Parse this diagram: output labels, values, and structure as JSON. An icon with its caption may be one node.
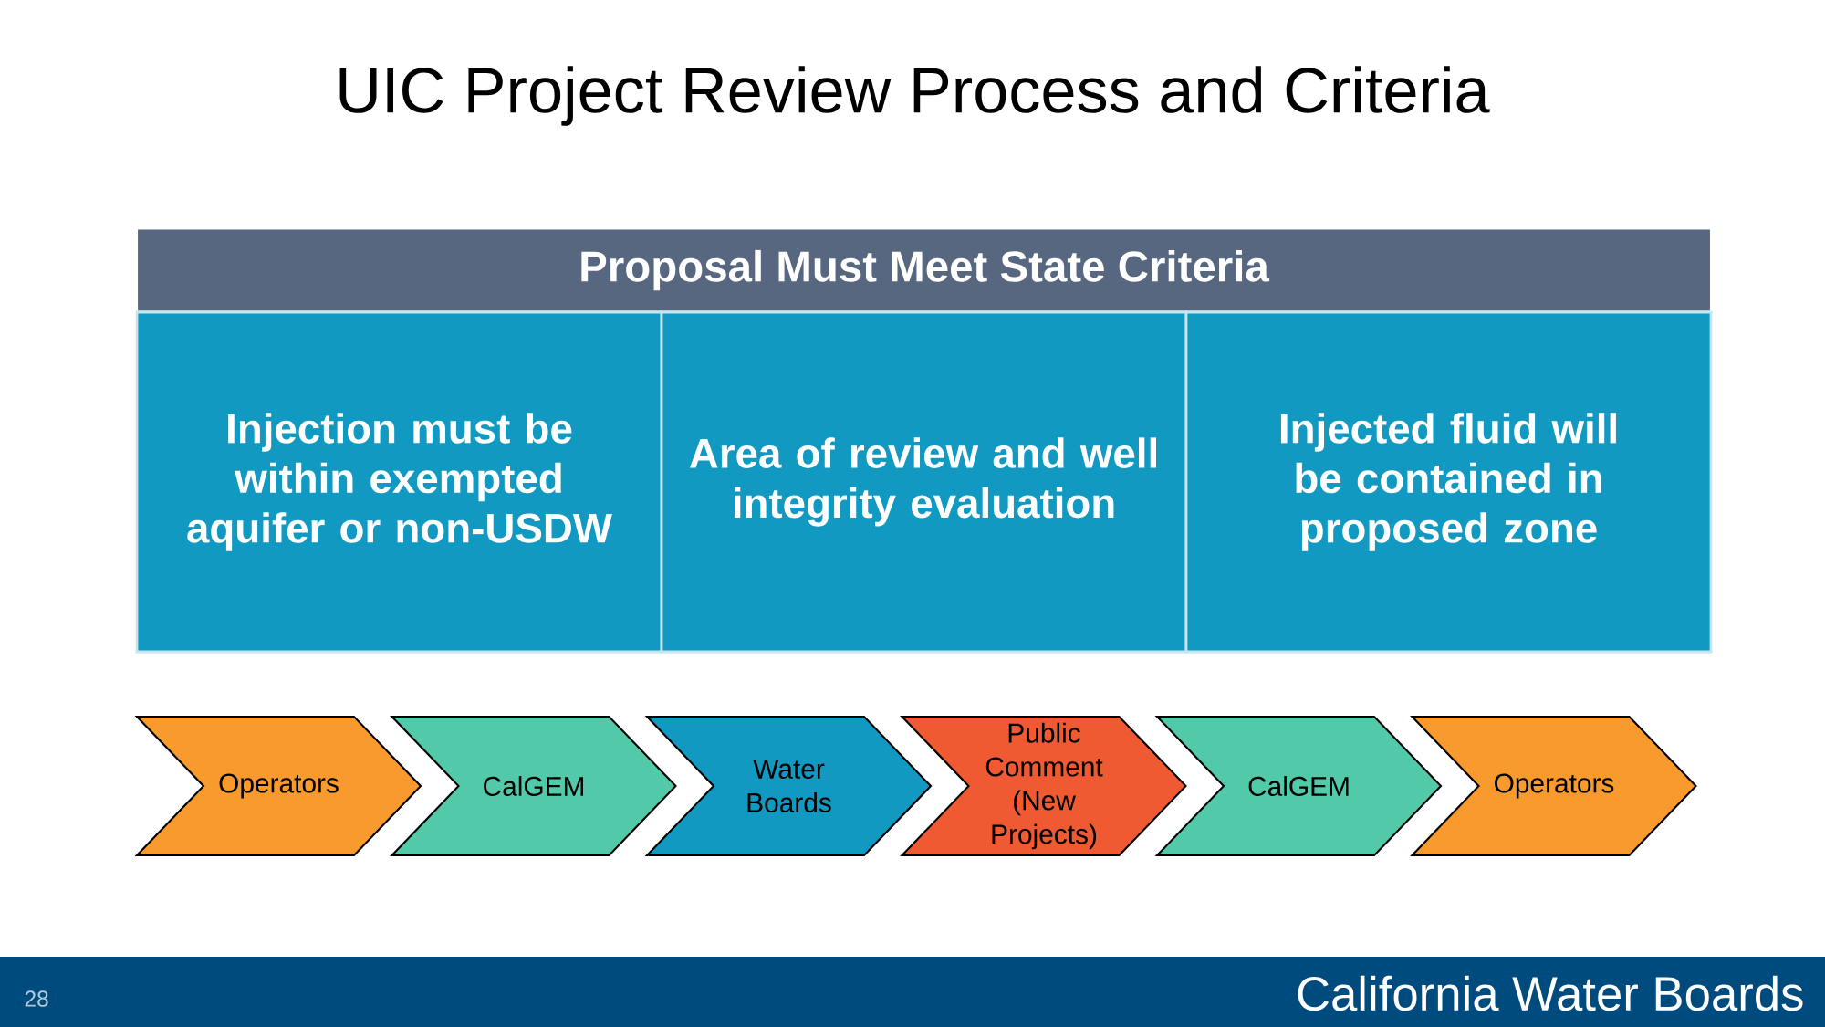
{
  "diagram": {
    "title": "UIC Project Review Process and Criteria",
    "nodes": [
      {
        "text": [
          "Proposal Must Meet State Criteria"
        ]
      },
      {
        "text": [
          "Injection must be within exempted aquifer or non-USDW"
        ]
      },
      {
        "text": [
          "Area of review and well integrity evaluation"
        ]
      },
      {
        "text": [
          "Injected fluid will be contained in proposed zone"
        ]
      },
      {
        "text": [
          "Operators"
        ]
      },
      {
        "text": [
          "CalGEM"
        ]
      },
      {
        "text": [
          "Water Boards"
        ]
      },
      {
        "text": [
          "Public Comment (New Projects)"
        ]
      },
      {
        "text": [
          "CalGEM"
        ]
      },
      {
        "text": [
          "Operators"
        ]
      }
    ],
    "edges": [],
    "labels": [
      "28",
      "California Water Boards"
    ]
  }
}
